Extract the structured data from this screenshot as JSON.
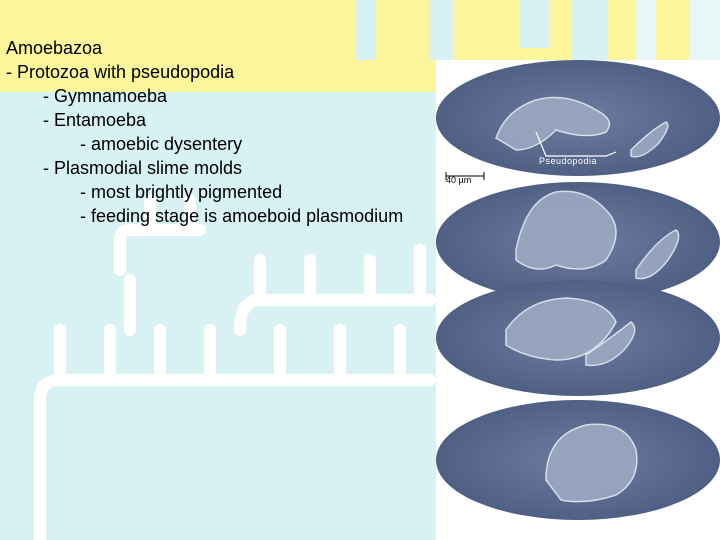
{
  "colors": {
    "yellow_bg": "#fbf59c",
    "cyan_bg": "#d8f1f3",
    "tree_white": "#ffffff",
    "micrograph_blue": "#5a6a8c"
  },
  "outline": {
    "line1": "Amoebazoa",
    "line2": "- Protozoa with pseudopodia",
    "line3": "- Gymnamoeba",
    "line4": "- Entamoeba",
    "line5": "- amoebic dysentery",
    "line6": "- Plasmodial slime molds",
    "line7": "- most brightly pigmented",
    "line8": "- feeding stage is amoeboid plasmodium"
  },
  "figure": {
    "scale_label": "40 µm",
    "pseudopodia_label": "Pseudopodia"
  }
}
